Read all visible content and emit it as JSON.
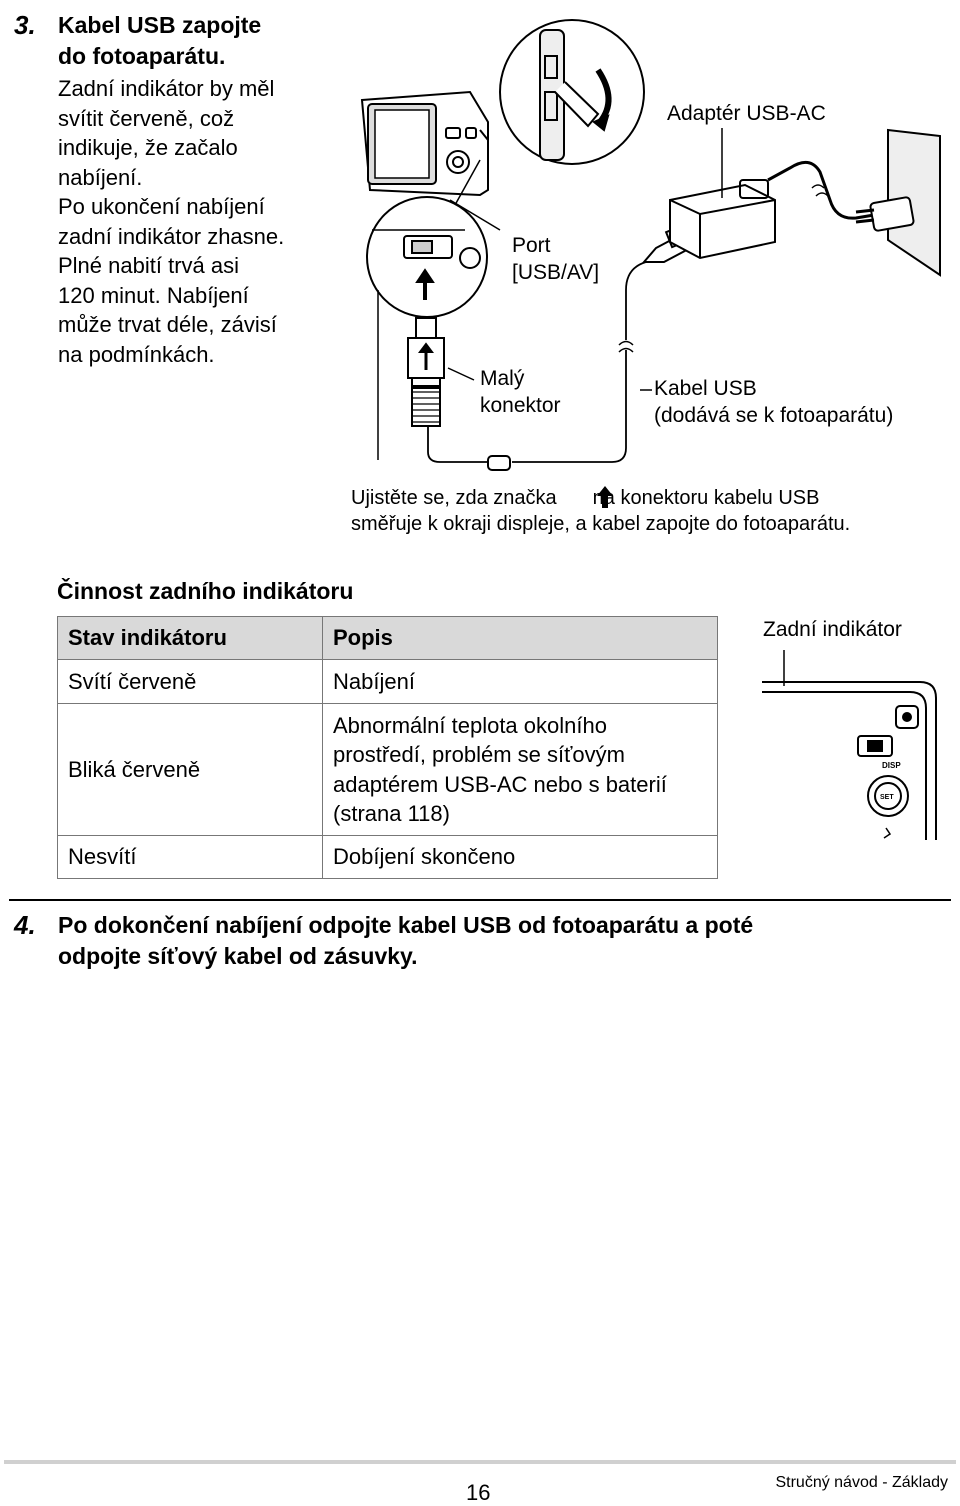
{
  "step3": {
    "number": "3.",
    "title_line1": "Kabel USB zapojte",
    "title_line2": "do fotoaparátu.",
    "text_lines": [
      "Zadní indikátor by měl",
      "svítit červeně, což",
      "indikuje, že začalo",
      "nabíjení.",
      "Po ukončení nabíjení",
      "zadní indikátor zhasne.",
      "Plné nabití trvá asi",
      "120 minut. Nabíjení",
      "může trvat déle, závisí",
      "na podmínkách."
    ]
  },
  "diagram": {
    "port_label_line1": "Port",
    "port_label_line2": "[USB/AV]",
    "adapter_label": "Adaptér USB-AC",
    "small_connector_line1": "Malý",
    "small_connector_line2": "konektor",
    "cable_label_line1": "Kabel USB",
    "cable_label_line2": "(dodává se k fotoaparátu)",
    "note_part1": "Ujistěte se, zda značka",
    "note_part2": "na konektoru kabelu USB",
    "note_line2": "směřuje k okraji displeje, a kabel zapojte do fotoaparátu."
  },
  "indicator_section": {
    "heading": "Činnost zadního indikátoru",
    "table": {
      "headers": [
        "Stav indikátoru",
        "Popis"
      ],
      "rows": [
        {
          "state": "Svítí červeně",
          "desc_lines": [
            "Nabíjení"
          ]
        },
        {
          "state": "Bliká červeně",
          "desc_lines": [
            "Abnormální teplota okolního",
            "prostředí, problém se síťovým",
            "adaptérem USB-AC nebo s baterií",
            "(strana 118)"
          ]
        },
        {
          "state": "Nesvítí",
          "desc_lines": [
            "Dobíjení skončeno"
          ]
        }
      ]
    },
    "rear_indicator_label": "Zadní indikátor",
    "camera_button_labels": [
      "DISP",
      "SET"
    ]
  },
  "step4": {
    "number": "4.",
    "title_line1": "Po dokončení nabíjení odpojte kabel USB od fotoaparátu a poté",
    "title_line2": "odpojte síťový kabel od zásuvky."
  },
  "footer": {
    "page_number": "16",
    "section": "Stručný návod - Základy"
  }
}
